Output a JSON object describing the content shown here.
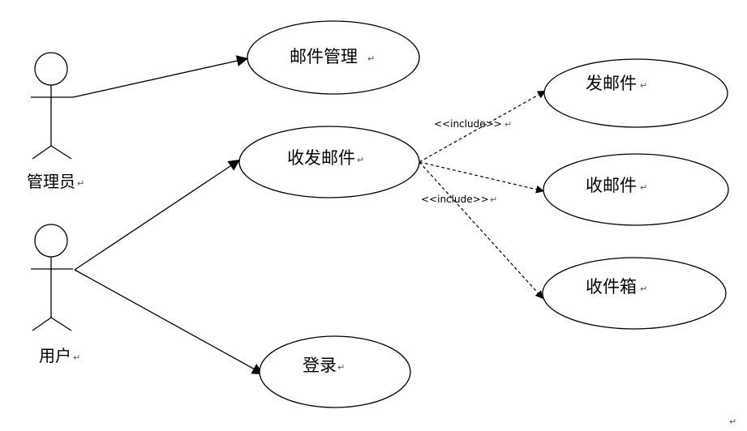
{
  "actors": {
    "admin": {
      "label": "管理员"
    },
    "user": {
      "label": "用户"
    }
  },
  "use_cases": {
    "mail_management": {
      "label": "邮件管理"
    },
    "send_receive": {
      "label": "收发邮件"
    },
    "send_mail": {
      "label": "发邮件"
    },
    "receive_mail": {
      "label": "收邮件"
    },
    "inbox": {
      "label": "收件箱"
    },
    "login": {
      "label": "登录"
    }
  },
  "relations": {
    "include_1": "<<include>>",
    "include_2": "<<include>>"
  },
  "marks": {
    "paragraph_mark": "↵"
  }
}
